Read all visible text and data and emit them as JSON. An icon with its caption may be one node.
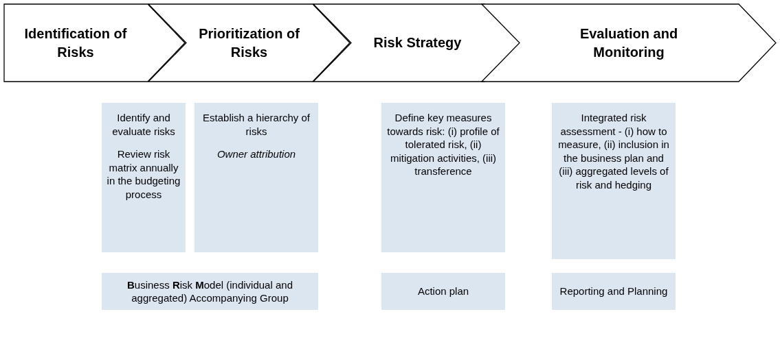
{
  "diagram": {
    "nodes": [
      {
        "text": [
          "Identification of Risks"
        ]
      },
      {
        "text": [
          "Prioritization of Risks"
        ]
      },
      {
        "text": [
          "Risk Strategy"
        ]
      },
      {
        "text": [
          "Evaluation and Monitoring"
        ]
      },
      {
        "text": [
          "Identify and evaluate risks",
          "Review risk matrix annually in the budgeting process"
        ]
      },
      {
        "text": [
          "Establish a hierarchy of risks",
          "Owner attribution"
        ]
      },
      {
        "text": [
          "Define key measures towards risk: (i) profile of tolerated risk, (ii) mitigation activities, (iii) transference"
        ]
      },
      {
        "text": [
          "Integrated risk assessment - (i) how to measure, (ii) inclusion in the business plan and (iii) aggregated levels of risk and hedging"
        ]
      },
      {
        "text": [
          "**B**usiness **R**isk **M**odel (individual and aggregated) Accompanying Group"
        ]
      },
      {
        "text": [
          "Action plan"
        ]
      },
      {
        "text": [
          "Reporting and Planning"
        ]
      }
    ],
    "edges": []
  }
}
